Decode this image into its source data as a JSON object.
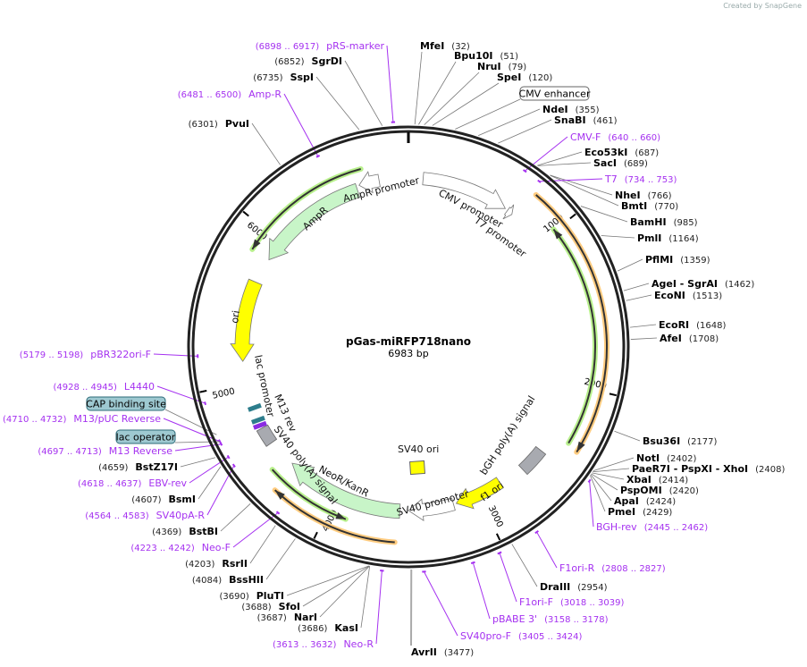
{
  "watermark": "Created by SnapGene",
  "plasmid": {
    "name": "pGas-miRFP718nano",
    "length_label": "6983 bp",
    "length": 6983
  },
  "ticks": [
    "1000",
    "2000",
    "3000",
    "4000",
    "5000",
    "6000"
  ],
  "colors": {
    "primer": "#a531f0",
    "feature_green": "#c8f5c8",
    "ori_yellow": "#ffff00",
    "orf_orange": "#ffcc80",
    "orf_green": "#b8f08c",
    "box_teal": "#9ec9d1",
    "terminator_gray": "#a8aab0"
  },
  "enzymes": [
    {
      "name": "MfeI",
      "pos": "32"
    },
    {
      "name": "Bpu10I",
      "pos": "51"
    },
    {
      "name": "NruI",
      "pos": "79"
    },
    {
      "name": "SpeI",
      "pos": "120"
    },
    {
      "name": "NdeI",
      "pos": "355"
    },
    {
      "name": "SnaBI",
      "pos": "461"
    },
    {
      "name": "Eco53kI",
      "pos": "687"
    },
    {
      "name": "SacI",
      "pos": "689"
    },
    {
      "name": "NheI",
      "pos": "766"
    },
    {
      "name": "BmtI",
      "pos": "770"
    },
    {
      "name": "BamHI",
      "pos": "985"
    },
    {
      "name": "PmlI",
      "pos": "1164"
    },
    {
      "name": "PflMI",
      "pos": "1359"
    },
    {
      "name": "AgeI  - SgrAI",
      "pos": "1462"
    },
    {
      "name": "EcoNI",
      "pos": "1513"
    },
    {
      "name": "EcoRI",
      "pos": "1648"
    },
    {
      "name": "AfeI",
      "pos": "1708"
    },
    {
      "name": "Bsu36I",
      "pos": "2177"
    },
    {
      "name": "NotI",
      "pos": "2402"
    },
    {
      "name": "PaeR7I  - PspXI  - XhoI",
      "pos": "2408"
    },
    {
      "name": "XbaI",
      "pos": "2414"
    },
    {
      "name": "PspOMI",
      "pos": "2420"
    },
    {
      "name": "ApaI",
      "pos": "2424"
    },
    {
      "name": "PmeI",
      "pos": "2429"
    },
    {
      "name": "DraIII",
      "pos": "2954"
    },
    {
      "name": "AvrII",
      "pos": "3477"
    },
    {
      "name": "KasI",
      "pos": "3686"
    },
    {
      "name": "NarI",
      "pos": "3687"
    },
    {
      "name": "SfoI",
      "pos": "3688"
    },
    {
      "name": "PluTI",
      "pos": "3690"
    },
    {
      "name": "BssHII",
      "pos": "4084"
    },
    {
      "name": "RsrII",
      "pos": "4203"
    },
    {
      "name": "BstBI",
      "pos": "4369"
    },
    {
      "name": "BsmI",
      "pos": "4607"
    },
    {
      "name": "BstZ17I",
      "pos": "4659"
    },
    {
      "name": "PvuI",
      "pos": "6301"
    },
    {
      "name": "SspI",
      "pos": "6735"
    },
    {
      "name": "SgrDI",
      "pos": "6852"
    }
  ],
  "primers": [
    {
      "name": "CMV-F",
      "range": "640 .. 660"
    },
    {
      "name": "T7",
      "range": "734 .. 753"
    },
    {
      "name": "BGH-rev",
      "range": "2445 .. 2462"
    },
    {
      "name": "F1ori-R",
      "range": "2808 .. 2827"
    },
    {
      "name": "F1ori-F",
      "range": "3018 .. 3039"
    },
    {
      "name": "pBABE 3'",
      "range": "3158 .. 3178"
    },
    {
      "name": "SV40pro-F",
      "range": "3405 .. 3424"
    },
    {
      "name": "Neo-R",
      "range": "3613 .. 3632"
    },
    {
      "name": "Neo-F",
      "range": "4223 .. 4242"
    },
    {
      "name": "SV40pA-R",
      "range": "4564 .. 4583"
    },
    {
      "name": "EBV-rev",
      "range": "4618 .. 4637"
    },
    {
      "name": "M13 Reverse",
      "range": "4697 .. 4713"
    },
    {
      "name": "M13/pUC Reverse",
      "range": "4710 .. 4732"
    },
    {
      "name": "L4440",
      "range": "4928 .. 4945"
    },
    {
      "name": "pBR322ori-F",
      "range": "5179 .. 5198"
    },
    {
      "name": "Amp-R",
      "range": "6481 .. 6500"
    },
    {
      "name": "pRS-marker",
      "range": "6898 .. 6917"
    }
  ],
  "boxed_features": [
    {
      "name": "CMV enhancer"
    },
    {
      "name": "CAP binding site"
    },
    {
      "name": "lac operator"
    }
  ],
  "features": [
    {
      "name": "AmpR promoter"
    },
    {
      "name": "AmpR"
    },
    {
      "name": "CMV promoter"
    },
    {
      "name": "T7 promoter"
    },
    {
      "name": "ori"
    },
    {
      "name": "lac promoter"
    },
    {
      "name": "M13 rev"
    },
    {
      "name": "SV40 poly(A) signal"
    },
    {
      "name": "NeoR/KanR"
    },
    {
      "name": "SV40 ori"
    },
    {
      "name": "SV40 promoter"
    },
    {
      "name": "f1 ori"
    },
    {
      "name": "bGH poly(A) signal"
    }
  ]
}
